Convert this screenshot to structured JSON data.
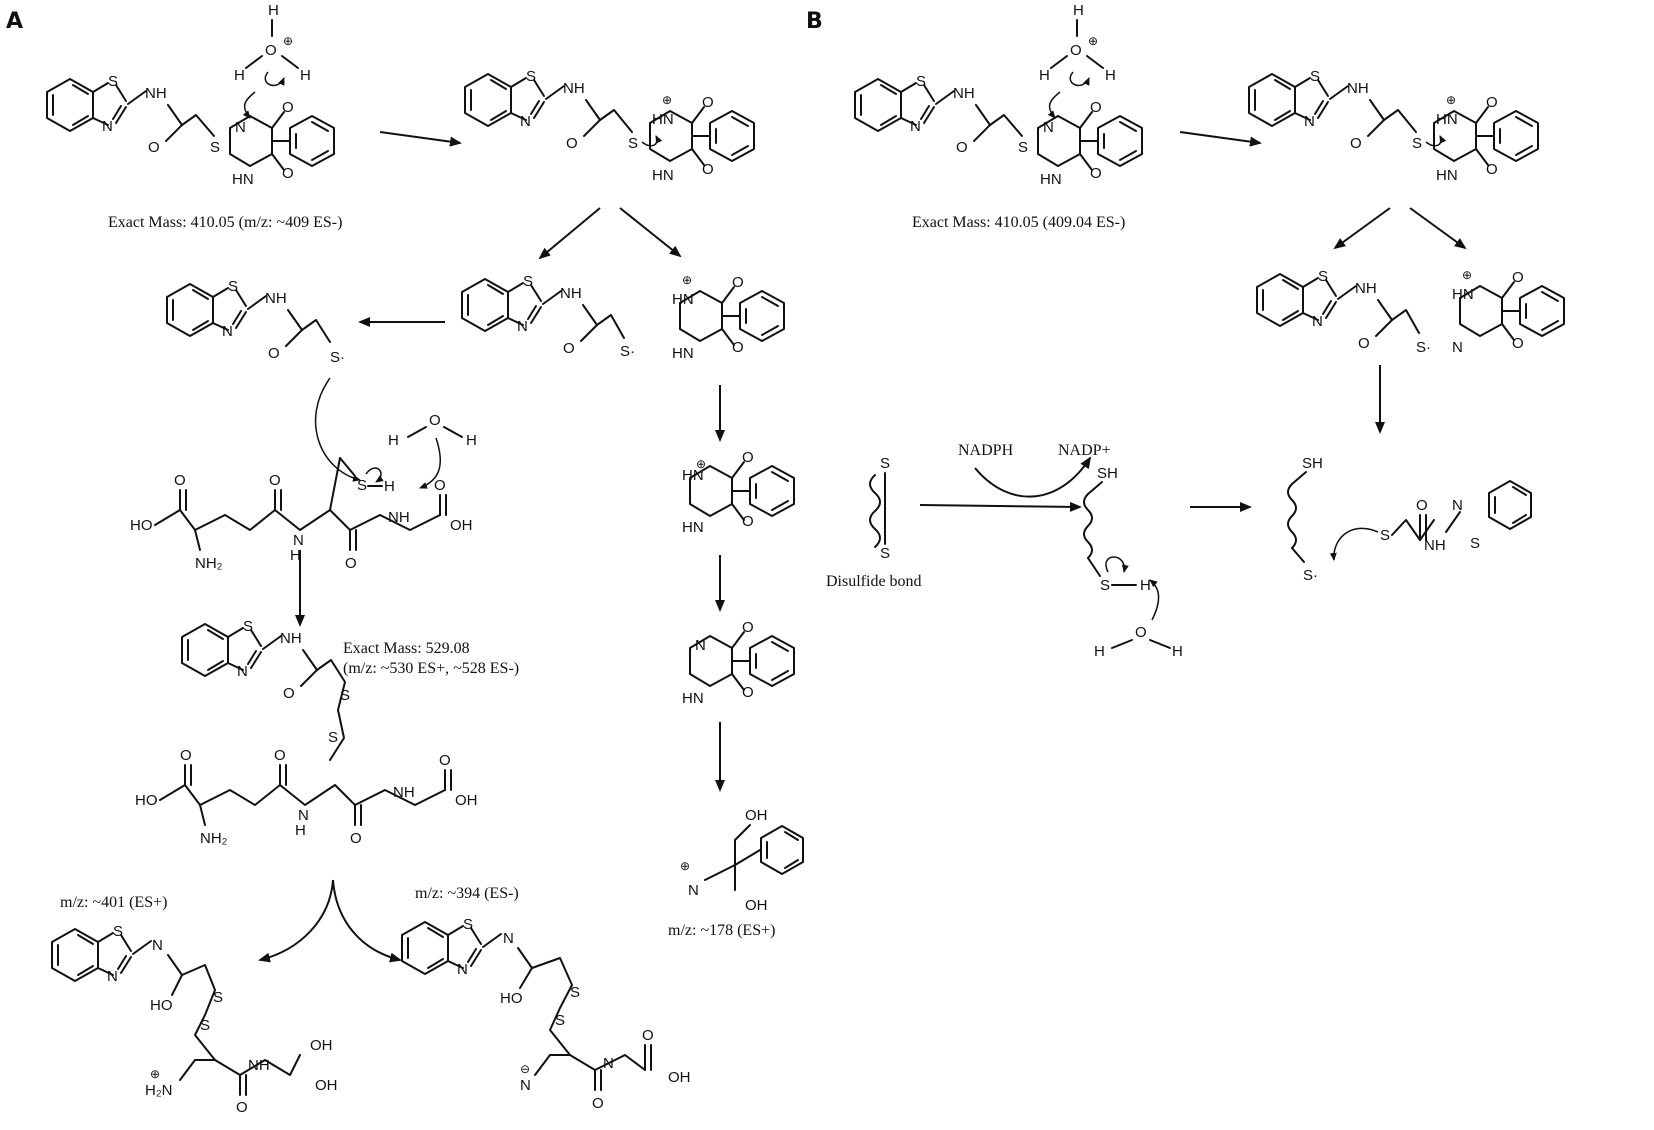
{
  "panels": {
    "a": "A",
    "b": "B"
  },
  "a": {
    "mass_1": "Exact Mass: 410.05 (m/z: ~409 ES-)",
    "mass_2": "Exact Mass: 529.08",
    "mass_2b": "(m/z: ~530 ES+, ~528 ES-)",
    "frag_401": "m/z: ~401 (ES+)",
    "frag_394": "m/z: ~394 (ES-)",
    "frag_178": "m/z: ~178 (ES+)"
  },
  "b": {
    "mass_1": "Exact Mass: 410.05 (409.04 ES-)",
    "nadph": "NADPH",
    "nadp": "NADP+",
    "disulfide": "Disulfide bond"
  },
  "atoms": {
    "S": "S",
    "N": "N",
    "NH": "NH",
    "HN": "HN",
    "O": "O",
    "H": "H",
    "SH": "SH",
    "OH": "OH",
    "HO": "HO",
    "NH2": "NH₂",
    "H2N": "H₂N",
    "S_rad": "S·",
    "plus": "⊕",
    "minus": "⊖"
  }
}
